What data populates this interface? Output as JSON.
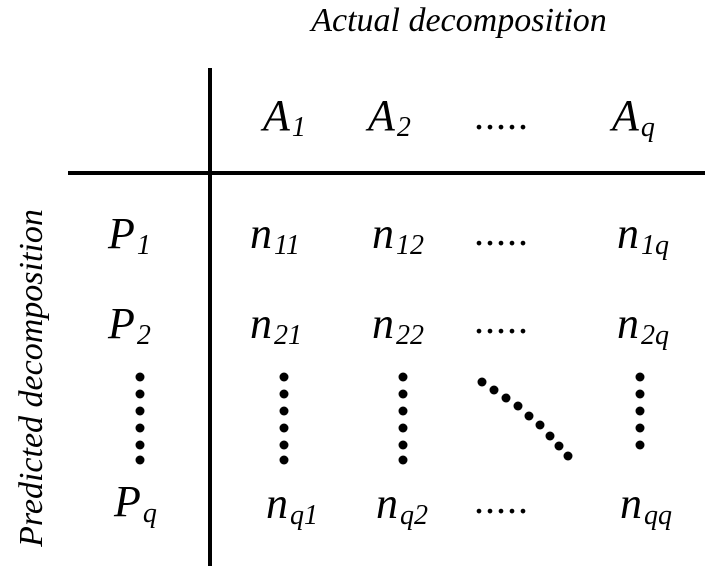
{
  "title_top": "Actual decomposition",
  "title_left": "Predicted decomposition",
  "columns": [
    {
      "base": "A",
      "sub": "1"
    },
    {
      "base": "A",
      "sub": "2"
    },
    {
      "base": "A",
      "sub": "q"
    }
  ],
  "rows": [
    {
      "base": "P",
      "sub": "1"
    },
    {
      "base": "P",
      "sub": "2"
    },
    {
      "base": "P",
      "sub": "q"
    }
  ],
  "cells": [
    [
      {
        "base": "n",
        "sub": "11"
      },
      {
        "base": "n",
        "sub": "12"
      },
      {
        "base": "n",
        "sub": "1q"
      }
    ],
    [
      {
        "base": "n",
        "sub": "21"
      },
      {
        "base": "n",
        "sub": "22"
      },
      {
        "base": "n",
        "sub": "2q"
      }
    ],
    [
      {
        "base": "n",
        "sub": "q1"
      },
      {
        "base": "n",
        "sub": "q2"
      },
      {
        "base": "n",
        "sub": "qq"
      }
    ]
  ],
  "ellipsis": "....."
}
